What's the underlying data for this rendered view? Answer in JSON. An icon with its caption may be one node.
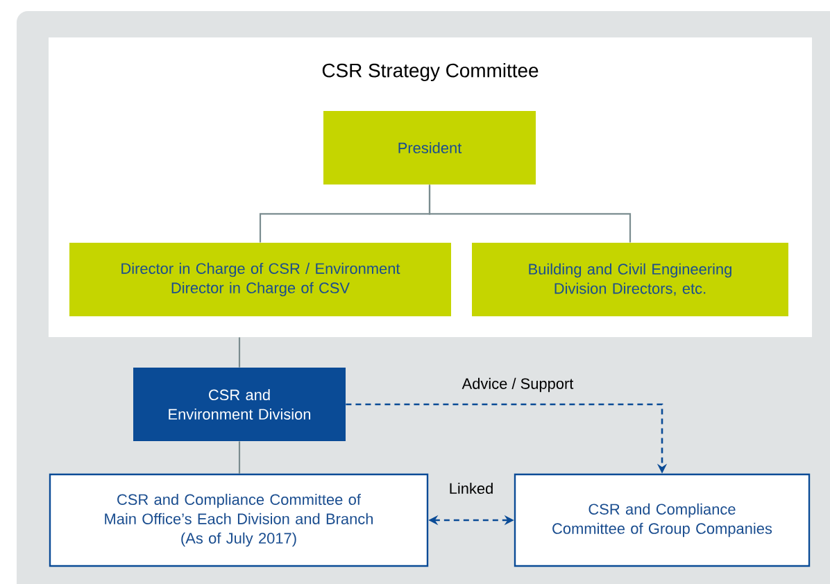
{
  "diagram": {
    "nodes": [
      {
        "text": [
          "CSR Strategy Committee"
        ]
      },
      {
        "text": [
          "President"
        ],
        "in": 0
      },
      {
        "text": [
          "Director in Charge of CSR / Environment",
          "Director in Charge of CSV"
        ],
        "in": 0
      },
      {
        "text": [
          "Building and Civil Engineering Division Directors, etc."
        ],
        "in": 0
      },
      {
        "text": [
          "CSR and Environment Division"
        ]
      },
      {
        "text": [
          "CSR and Compliance Committee of Main Office’s Each Division and Branch",
          "(As of July 2017)"
        ]
      },
      {
        "text": [
          "CSR and Compliance Committee of Group Companies"
        ]
      }
    ],
    "edges": [
      {
        "from": 1,
        "to": 2,
        "arrow": "none"
      },
      {
        "from": 1,
        "to": 3,
        "arrow": "none"
      },
      {
        "from": 0,
        "to": 4,
        "arrow": "none"
      },
      {
        "from": 4,
        "to": 5,
        "arrow": "none"
      },
      {
        "from": 4,
        "to": 6,
        "arrow": "to",
        "label": "Advice / Support",
        "style": "dashed",
        "color": "#0a4b96"
      },
      {
        "from": 5,
        "to": 6,
        "arrow": "both",
        "label": "Linked",
        "style": "dashed",
        "color": "#0a4b96"
      }
    ]
  }
}
